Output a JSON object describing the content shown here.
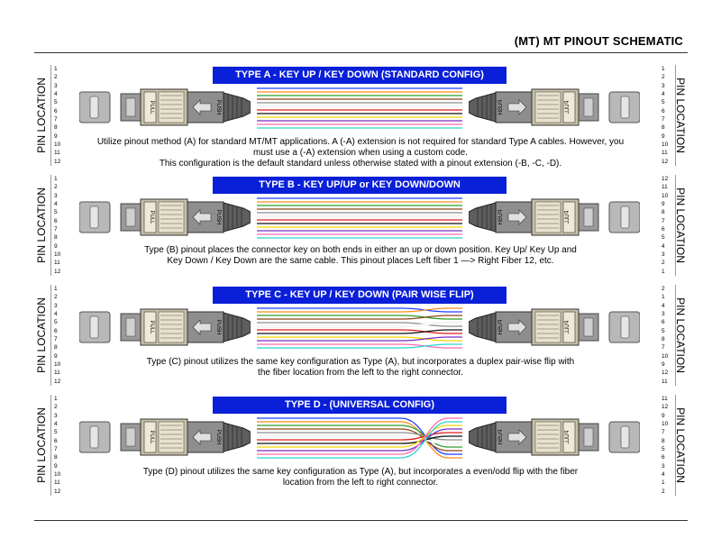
{
  "page": {
    "title": "(MT) MT PINOUT SCHEMATIC"
  },
  "pin_location_label": "PIN LOCATION",
  "connector": {
    "pull_label": "PULL",
    "push_label": "PUSH"
  },
  "colors": {
    "banner": "#0a1fd8",
    "fibers": [
      "#1f3fff",
      "#ff8c1a",
      "#2a9d2a",
      "#8b4513",
      "#8c8c8c",
      "#ffffff",
      "#e01b1b",
      "#111111",
      "#f2d600",
      "#7a2fbf",
      "#ff69b4",
      "#2ad4d4"
    ]
  },
  "sections": [
    {
      "banner": "TYPE A - KEY UP / KEY DOWN (STANDARD CONFIG)",
      "left_pins": [
        "1",
        "2",
        "3",
        "4",
        "5",
        "6",
        "7",
        "8",
        "9",
        "10",
        "11",
        "12"
      ],
      "right_pins": [
        "1",
        "2",
        "3",
        "4",
        "5",
        "6",
        "7",
        "8",
        "9",
        "10",
        "11",
        "12"
      ],
      "description": [
        "Utilize pinout method (A) for standard MT/MT applications. A (-A) extension is not required for standard Type A cables. However, you",
        "must use a (-A) extension when using a custom code.",
        "This configuration is the default standard unless otherwise stated with a pinout extension (-B, -C, -D)."
      ]
    },
    {
      "banner": "TYPE B - KEY UP/UP or KEY DOWN/DOWN",
      "left_pins": [
        "1",
        "2",
        "3",
        "4",
        "5",
        "6",
        "7",
        "8",
        "9",
        "10",
        "11",
        "12"
      ],
      "right_pins": [
        "12",
        "11",
        "10",
        "9",
        "8",
        "7",
        "6",
        "5",
        "4",
        "3",
        "2",
        "1"
      ],
      "description": [
        "Type (B) pinout places the connector key on both ends in either an up or down position. Key Up/ Key Up and",
        "Key Down / Key Down are the same cable. This pinout places Left fiber 1 —> Right Fiber 12, etc."
      ]
    },
    {
      "banner": "TYPE C - KEY UP / KEY DOWN (PAIR WISE FLIP)",
      "left_pins": [
        "1",
        "2",
        "3",
        "4",
        "5",
        "6",
        "7",
        "8",
        "9",
        "10",
        "11",
        "12"
      ],
      "right_pins": [
        "2",
        "1",
        "4",
        "3",
        "6",
        "5",
        "8",
        "7",
        "10",
        "9",
        "12",
        "11"
      ],
      "description": [
        "Type (C) pinout utilizes the same key configuration as Type (A), but incorporates a duplex pair-wise flip with",
        "the fiber location from the left to the right connector."
      ]
    },
    {
      "banner": "TYPE D - (UNIVERSAL CONFIG)",
      "left_pins": [
        "1",
        "2",
        "3",
        "4",
        "5",
        "6",
        "7",
        "8",
        "9",
        "10",
        "11",
        "12"
      ],
      "right_pins": [
        "11",
        "12",
        "9",
        "10",
        "7",
        "8",
        "5",
        "6",
        "3",
        "4",
        "1",
        "2"
      ],
      "description": [
        "Type (D) pinout utilizes the same key configuration as Type (A), but incorporates a even/odd flip with the fiber",
        "location from the left to right connector."
      ]
    }
  ]
}
